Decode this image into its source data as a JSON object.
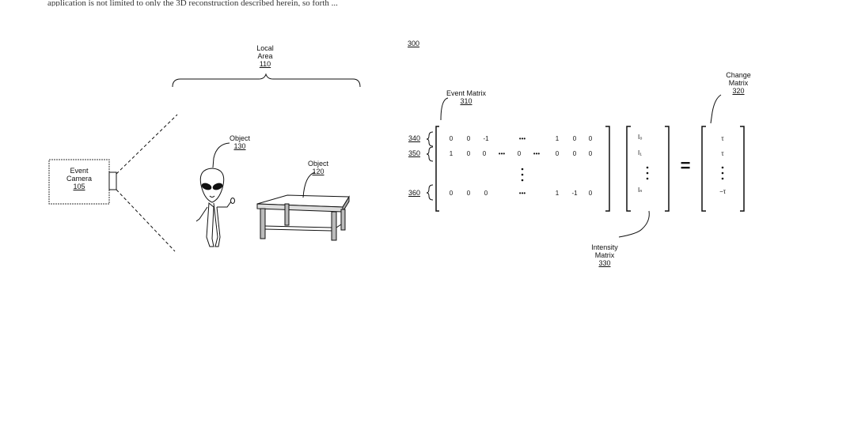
{
  "top_caption": "application is not limited to only the 3D reconstruction described herein, so forth ...",
  "figure_ref": "300",
  "left_figure": {
    "camera": {
      "line1": "Event",
      "line2": "Camera",
      "ref": "105"
    },
    "local_area": {
      "line1": "Local",
      "line2": "Area",
      "ref": "110"
    },
    "object_alien": {
      "label": "Object",
      "ref": "130"
    },
    "object_table": {
      "label": "Object",
      "ref": "120"
    }
  },
  "right_figure": {
    "event_matrix": {
      "label": "Event Matrix",
      "ref": "310"
    },
    "change_matrix": {
      "line1": "Change",
      "line2": "Matrix",
      "ref": "320"
    },
    "intensity_matrix": {
      "line1": "Intensity",
      "line2": "Matrix",
      "ref": "330"
    },
    "row_refs": [
      "340",
      "350",
      "360"
    ],
    "event_rows": [
      [
        "0",
        "0",
        "-1",
        "",
        "•••",
        "",
        "1",
        "0",
        "0"
      ],
      [
        "1",
        "0",
        "0",
        "•••",
        "0",
        "•••",
        "0",
        "0",
        "0"
      ],
      [
        "0",
        "0",
        "0",
        "",
        "•••",
        "",
        "1",
        "-1",
        "0"
      ]
    ],
    "intensity_entries": [
      "I₀",
      "I₁",
      "Iₙ"
    ],
    "change_entries": [
      "τ",
      "τ",
      "−τ"
    ],
    "equals": "="
  }
}
